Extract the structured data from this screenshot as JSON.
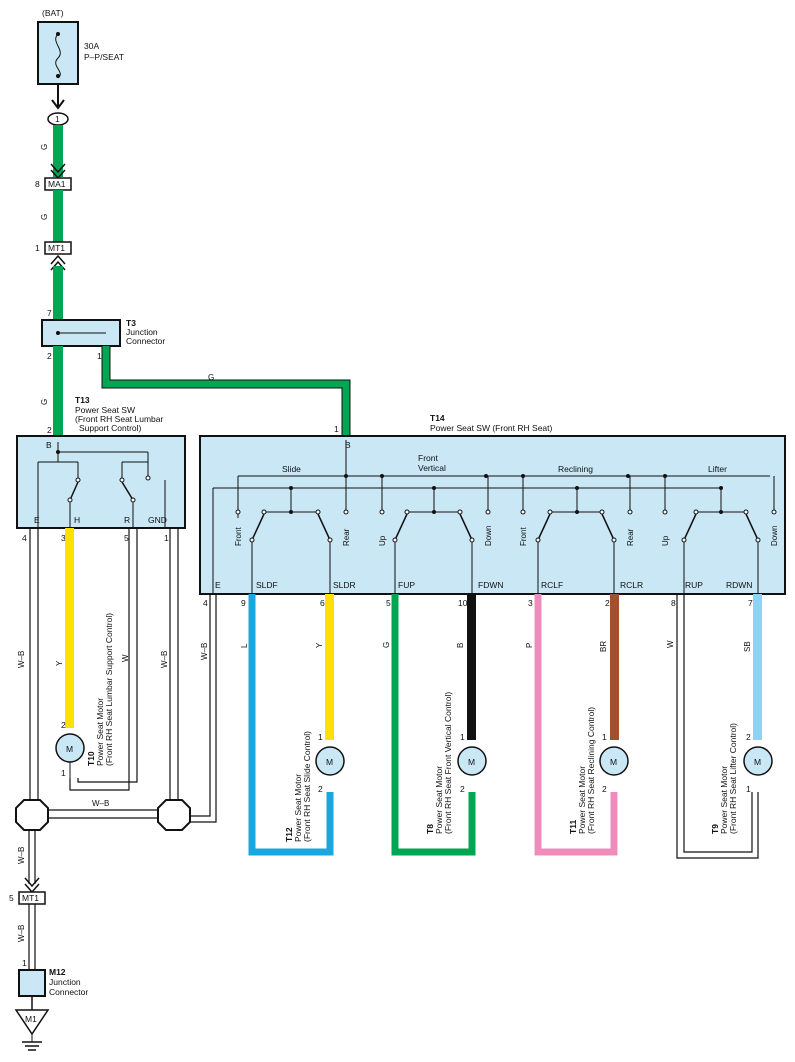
{
  "colors": {
    "G": "#00a651",
    "Y": "#ffe000",
    "L": "#1aa7e0",
    "B": "#111111",
    "P": "#f08cbc",
    "BR": "#a0522d",
    "SB": "#8fd3f4",
    "W": "#ffffff",
    "box": "#c9e7f5"
  },
  "battery": {
    "label": "(BAT)",
    "fuse_rating": "30A",
    "fuse_name": "P–P/SEAT",
    "fuse_icon": "fuse-icon"
  },
  "connector_1": {
    "pin": "1"
  },
  "ma1": {
    "name": "MA1",
    "pin": "8"
  },
  "mt1_top": {
    "name": "MT1",
    "pin": "1"
  },
  "t3": {
    "code": "T3",
    "line1": "Junction",
    "line2": "Connector",
    "pin_in": "7",
    "pin_out1": "2",
    "pin_out2": "1"
  },
  "t13": {
    "code": "T13",
    "line1": "Power Seat SW",
    "line2": "(Front RH Seat Lumbar",
    "line3": "Support Control)",
    "pin_b": "2",
    "term_b": "B",
    "terms": [
      "E",
      "H",
      "R",
      "GND"
    ],
    "pins": [
      "4",
      "3",
      "5",
      "1"
    ]
  },
  "t14": {
    "code": "T14",
    "line1": "Power Seat SW (Front RH Seat)",
    "pin_b": "1",
    "term_b": "B",
    "groups": [
      "Slide",
      "Front",
      "Vertical",
      "Reclining",
      "Lifter"
    ],
    "positions": [
      "Front",
      "Rear",
      "Up",
      "Down",
      "Front",
      "Rear",
      "Up",
      "Down"
    ],
    "terms": [
      "E",
      "SLDF",
      "SLDR",
      "FUP",
      "FDWN",
      "RCLF",
      "RCLR",
      "RUP",
      "RDWN"
    ],
    "pins": [
      "4",
      "9",
      "6",
      "5",
      "10",
      "3",
      "2",
      "8",
      "7"
    ]
  },
  "wire_labels": {
    "bat_g1": "G",
    "bat_g2": "G",
    "t3_g": "G",
    "t3_to_t14": "G",
    "t13_e": "W–B",
    "t13_h": "Y",
    "t13_r": "W",
    "t13_gnd": "W–B",
    "t14_e": "W–B",
    "t14_sldf": "L",
    "t14_sldr": "Y",
    "t14_fup": "G",
    "t14_fdwn": "B",
    "t14_rclf": "P",
    "t14_rclr": "BR",
    "t14_rup": "W",
    "t14_rdwn": "SB",
    "bottom_wb": "W–B",
    "to_mt1": "W–B",
    "to_m12": "W–B"
  },
  "motors": [
    {
      "code": "T10",
      "line1": "Power Seat Motor",
      "line2": "(Front RH Seat Lumbar Support Control)",
      "pin_top": "2",
      "pin_bot": "1",
      "symbol": "M"
    },
    {
      "code": "T12",
      "line1": "Power Seat Motor",
      "line2": "(Front RH Seat Slide Control)",
      "pin_top": "1",
      "pin_bot": "2",
      "symbol": "M"
    },
    {
      "code": "T8",
      "line1": "Power Seat Motor",
      "line2": "(Front RH Seat Front Vertical Control)",
      "pin_top": "1",
      "pin_bot": "2",
      "symbol": "M"
    },
    {
      "code": "T11",
      "line1": "Power Seat Motor",
      "line2": "(Front RH Seat Reclining Control)",
      "pin_top": "1",
      "pin_bot": "2",
      "symbol": "M"
    },
    {
      "code": "T9",
      "line1": "Power Seat Motor",
      "line2": "(Front RH Seat Lifter Control)",
      "pin_top": "2",
      "pin_bot": "1",
      "symbol": "M"
    }
  ],
  "mt1_bottom": {
    "name": "MT1",
    "pin": "5"
  },
  "m12": {
    "code": "M12",
    "line1": "Junction",
    "line2": "Connector",
    "pin": "1"
  },
  "ground": {
    "name": "M1",
    "icon": "ground-icon"
  }
}
